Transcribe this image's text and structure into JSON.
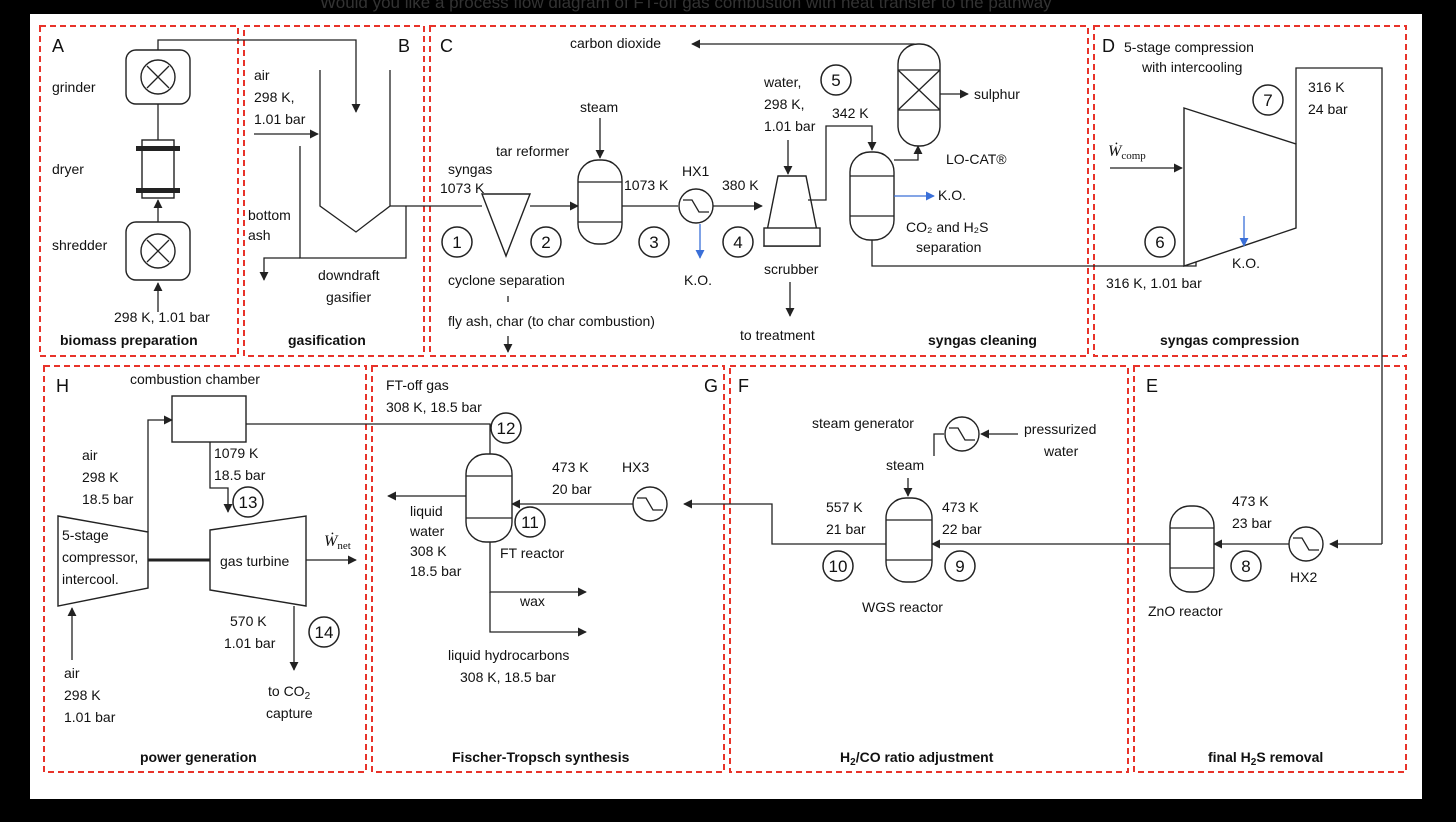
{
  "top_fragment": "Would you like a process flow diagram of FT-off gas combustion with heat transfer to the pathway",
  "sections": {
    "A": {
      "letter": "A",
      "title": "biomass preparation",
      "grinder": "grinder",
      "dryer": "dryer",
      "shredder": "shredder",
      "inlet": "298 K, 1.01 bar"
    },
    "B": {
      "letter": "B",
      "title": "gasification",
      "air1": "air",
      "air2": "298 K,",
      "air3": "1.01 bar",
      "ash1": "bottom",
      "ash2": "ash",
      "gasifier1": "downdraft",
      "gasifier2": "gasifier"
    },
    "C": {
      "letter": "C",
      "title": "syngas cleaning",
      "co2": "carbon dioxide",
      "sulphur": "sulphur",
      "steam": "steam",
      "tar": "tar reformer",
      "syngas1": "syngas",
      "syngas2": "1073 K",
      "t1073": "1073 K",
      "hx1": "HX1",
      "t380": "380 K",
      "water1": "water,",
      "water2": "298 K,",
      "water3": "1.01 bar",
      "t342": "342 K",
      "locat": "LO-CAT®",
      "ko_right": "K.O.",
      "sep1": "CO₂ and H₂S",
      "sep2": "separation",
      "cyclone": "cyclone separation",
      "flyash": "fly ash, char (to char combustion)",
      "ko_hx1": "K.O.",
      "scrubber": "scrubber",
      "treatment": "to treatment"
    },
    "D": {
      "letter": "D",
      "title": "syngas compression",
      "comp1": "5-stage compression",
      "comp2": "with intercooling",
      "w_comp": "Ẇcomp",
      "out1": "316 K",
      "out2": "24 bar",
      "in": "316 K, 1.01 bar",
      "ko": "K.O."
    },
    "E": {
      "letter": "E",
      "title": "final H₂S removal",
      "t1": "473 K",
      "t2": "23 bar",
      "hx2": "HX2",
      "reactor": "ZnO reactor"
    },
    "F": {
      "letter": "F",
      "title": "H₂/CO ratio adjustment",
      "sg": "steam generator",
      "pw1": "pressurized",
      "pw2": "water",
      "steam": "steam",
      "l1": "557 K",
      "l2": "21 bar",
      "r1": "473 K",
      "r2": "22 bar",
      "reactor": "WGS reactor"
    },
    "G": {
      "letter": "G",
      "title": "Fischer-Tropsch synthesis",
      "off1": "FT-off gas",
      "off2": "308 K, 18.5 bar",
      "t1": "473 K",
      "t2": "20 bar",
      "hx3": "HX3",
      "lw1": "liquid",
      "lw2": "water",
      "lw3": "308 K",
      "lw4": "18.5 bar",
      "reactor": "FT reactor",
      "wax": "wax",
      "lh1": "liquid hydrocarbons",
      "lh2": "308 K, 18.5 bar"
    },
    "H": {
      "letter": "H",
      "title": "power generation",
      "cc": "combustion chamber",
      "air_a": "air",
      "air_b": "298 K",
      "air_c": "18.5 bar",
      "cc_out1": "1079 K",
      "cc_out2": "18.5 bar",
      "comp1": "5-stage",
      "comp2": "compressor,",
      "comp3": "intercool.",
      "turbine": "gas turbine",
      "w_net": "Ẇnet",
      "ex1": "570 K",
      "ex2": "1.01 bar",
      "cap1": "to CO₂",
      "cap2": "capture",
      "air2_a": "air",
      "air2_b": "298 K",
      "air2_c": "1.01 bar"
    }
  },
  "streams": [
    "1",
    "2",
    "3",
    "4",
    "5",
    "6",
    "7",
    "8",
    "9",
    "10",
    "11",
    "12",
    "13",
    "14"
  ]
}
